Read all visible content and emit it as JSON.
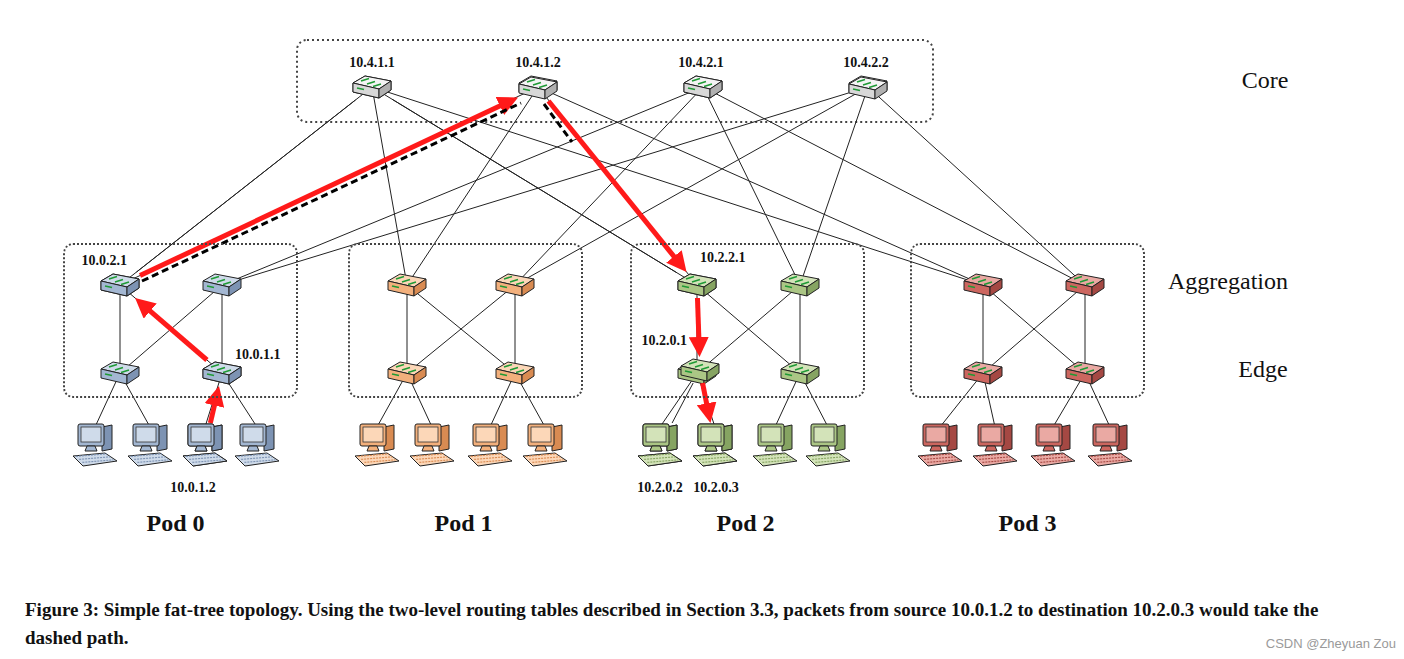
{
  "diagram": {
    "caption": "Figure 3: Simple fat-tree topology. Using the two-level routing tables described in Section 3.3, packets from source 10.0.1.2 to destination 10.2.0.3 would take the dashed path.",
    "nodes": [
      {
        "text": [
          "10.4.1.1"
        ]
      },
      {
        "text": [
          "10.4.1.2"
        ]
      },
      {
        "text": [
          "10.4.2.1"
        ]
      },
      {
        "text": [
          "10.4.2.2"
        ]
      },
      {
        "text": [
          "Pod 0"
        ]
      },
      {
        "text": [
          "10.0.2.1"
        ],
        "in": 4
      },
      {
        "text": [
          "10.0.1.1"
        ],
        "in": 4
      },
      {
        "text": [
          "Pod 1"
        ]
      },
      {
        "text": [
          "Pod 2"
        ]
      },
      {
        "text": [
          "10.2.2.1"
        ],
        "in": 8
      },
      {
        "text": [
          "10.2.0.1"
        ],
        "in": 8
      },
      {
        "text": [
          "Pod 3"
        ]
      },
      {
        "text": [
          "10.0.1.2"
        ]
      },
      {
        "text": [
          "10.2.0.2"
        ]
      },
      {
        "text": [
          "10.2.0.3"
        ]
      }
    ],
    "edges": [
      {
        "from": 0,
        "to": 5,
        "arrow": "none"
      },
      {
        "from": 0,
        "to": 9,
        "arrow": "none"
      },
      {
        "from": 10,
        "to": 13,
        "arrow": "none"
      },
      {
        "from": 12,
        "to": 6,
        "arrow": "to"
      },
      {
        "from": 6,
        "to": 5,
        "arrow": "to"
      },
      {
        "from": 5,
        "to": 1,
        "arrow": "to"
      },
      {
        "from": 1,
        "to": 9,
        "arrow": "to"
      },
      {
        "from": 9,
        "to": 10,
        "arrow": "to"
      },
      {
        "from": 10,
        "to": 14,
        "arrow": "to"
      }
    ],
    "labels": [
      "Core",
      "Aggregation",
      "Edge",
      "CSDN @Zheyuan Zou"
    ]
  }
}
